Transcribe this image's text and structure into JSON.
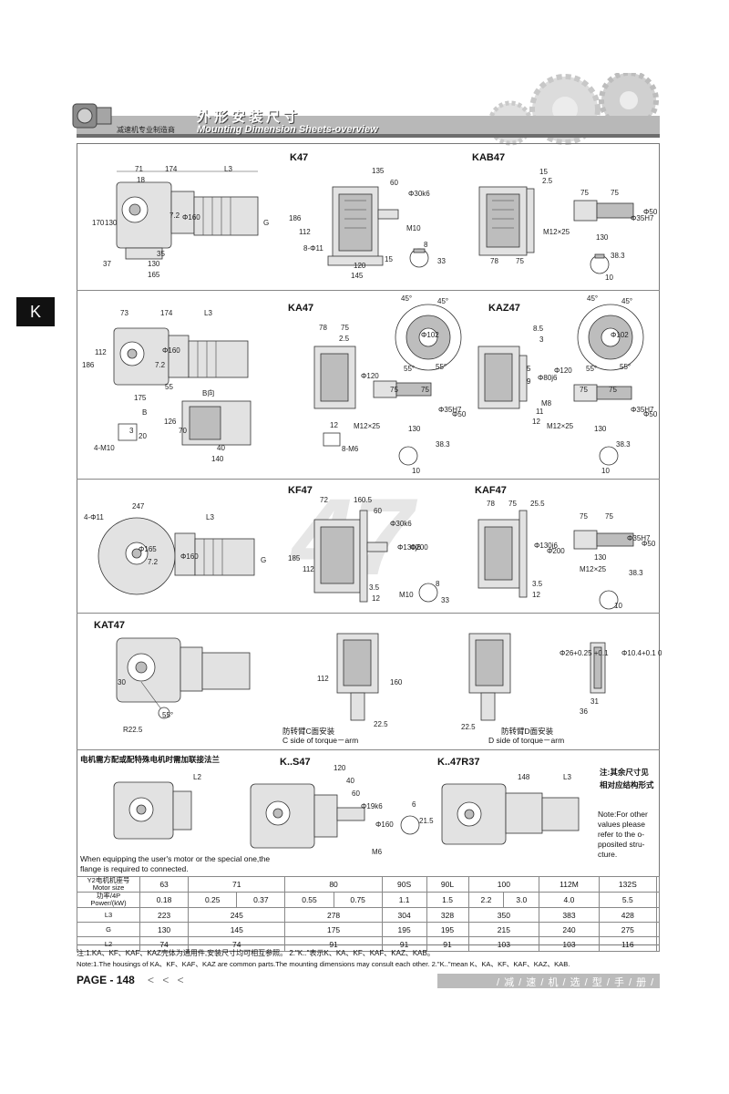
{
  "header": {
    "title_cn": "外形安装尺寸",
    "title_en": "Mounting Dimension Sheets-overview",
    "subtitle": "减速机专业制造商"
  },
  "side_tab": "K",
  "watermark": "47",
  "sections": {
    "k47": "K47",
    "kab47": "KAB47",
    "ka47": "KA47",
    "kaz47": "KAZ47",
    "kf47": "KF47",
    "kaf47": "KAF47",
    "kat47": "KAT47",
    "ks47": "K..S47",
    "k47r37": "K..47R37"
  },
  "dims": {
    "k47": {
      "d71": "71",
      "d174": "174",
      "l3": "L3",
      "d18": "18",
      "d170": "170",
      "d130": "130",
      "d37": "37",
      "d72": "7.2",
      "d160": "Φ160",
      "g": "G",
      "d35": "35",
      "d130b": "130",
      "d165": "165",
      "d135": "135",
      "d60": "60",
      "d30": "Φ30k6",
      "d186": "186",
      "d112": "112",
      "m10": "M10",
      "d811": "8-Φ11",
      "d8": "8",
      "d33": "33",
      "d120": "120",
      "d145": "145",
      "d15": "15"
    },
    "kab47": {
      "d15": "15",
      "d25": "2.5",
      "d75a": "75",
      "d75b": "75",
      "d50": "Φ50",
      "d35h7": "Φ35H7",
      "m12": "M12×25",
      "d130": "130",
      "d78": "78",
      "d75c": "75",
      "d383": "38.3",
      "d10": "10"
    },
    "ka47": {
      "d73": "73",
      "d174": "174",
      "l3": "L3",
      "d186": "186",
      "d112": "112",
      "d160": "Φ160",
      "d72": "7.2",
      "d175": "175",
      "d55": "55",
      "b_dir": "B向",
      "b": "B",
      "d126": "126",
      "d70": "70",
      "d20": "20",
      "d3": "3",
      "d40": "40",
      "d140": "140",
      "m10": "4-M10",
      "d78": "78",
      "d75": "75",
      "d25": "2.5",
      "d120": "Φ120",
      "a45a": "45°",
      "a45b": "45°",
      "d102": "Φ102",
      "a55a": "55°",
      "a55b": "55°",
      "d12": "12",
      "m6": "8-M6",
      "d75b": "75",
      "d75c": "75",
      "d35h7": "Φ35H7",
      "d50": "Φ50",
      "m12": "M12×25",
      "d130": "130",
      "d383": "38.3",
      "d10": "10"
    },
    "kaz47": {
      "a45a": "45°",
      "a45b": "45°",
      "d102": "Φ102",
      "a55a": "55°",
      "a55b": "55°",
      "d85": "8.5",
      "d3": "3",
      "d80": "Φ80j6",
      "d120": "Φ120",
      "d5": "5",
      "d9": "9",
      "m8": "M8",
      "d11": "11",
      "d12": "12",
      "d75a": "75",
      "d75b": "75",
      "d35h7": "Φ35H7",
      "d50": "Φ50",
      "m12": "M12×25",
      "d130": "130",
      "d383": "38.3",
      "d10": "10"
    },
    "kf47": {
      "d247": "247",
      "d411": "4-Φ11",
      "l3": "L3",
      "d165": "Φ165",
      "d72": "7.2",
      "d160": "Φ160",
      "g": "G",
      "d72b": "72",
      "d1605": "160.5",
      "d60": "60",
      "d30": "Φ30k6",
      "d130": "Φ130j6",
      "d200": "Φ200",
      "d185": "185",
      "d112": "112",
      "d35": "3.5",
      "d12": "12",
      "m10": "M10",
      "d8": "8",
      "d33": "33"
    },
    "kaf47": {
      "d78": "78",
      "d75": "75",
      "d255": "25.5",
      "d130": "Φ130j6",
      "d200": "Φ200",
      "d35": "3.5",
      "d12": "12",
      "d75a": "75",
      "d75b": "75",
      "d35h7": "Φ35H7",
      "d50": "Φ50",
      "m12": "M12×25",
      "d130b": "130",
      "d383": "38.3",
      "d10": "10"
    },
    "kat47": {
      "d30": "30",
      "r225": "R22.5",
      "a55": "55°",
      "d112": "112",
      "d160": "160",
      "d225": "22.5",
      "d225b": "22.5",
      "c_cn": "防转臂C面安装",
      "c_en": "C side of torque－arm",
      "d_cn": "防转臂D面安装",
      "d_en": "D side of torque－arm",
      "d26": "Φ26+0.25 +0.1",
      "d104": "Φ10.4+0.1 0",
      "d31": "31",
      "d36": "36"
    },
    "ks47": {
      "d120": "120",
      "d40": "40",
      "d60": "60",
      "d19": "Φ19k6",
      "d160": "Φ160",
      "m6": "M6",
      "d6": "6",
      "d215": "21.5"
    },
    "k47r37": {
      "d148": "148",
      "l3": "L3"
    },
    "motor": {
      "l2": "L2"
    }
  },
  "notes": {
    "motor_cn": "电机需方配或配特殊电机时需加联接法兰",
    "motor_en": "When equipping the user's motor or the special one,the flange is required to connected.",
    "other_cn": "注:其余尺寸见相对应结构形式",
    "other_en": "Note:For other values please refer to the o-pposited stru-cture."
  },
  "table": {
    "header_cn": "Y2电机机座号",
    "header_en": "Motor size",
    "power_cn": "功率/4P",
    "power_en": "Power/(kW)",
    "sizes": [
      "63",
      "71",
      "80",
      "90S",
      "90L",
      "100",
      "112M",
      "132S"
    ],
    "powers": [
      "0.18",
      "0.25",
      "0.37",
      "0.55",
      "0.75",
      "1.1",
      "1.5",
      "2.2",
      "3.0",
      "4.0",
      "5.5"
    ],
    "rows": [
      {
        "label": "L3",
        "values": [
          "223",
          "245",
          "278",
          "304",
          "328",
          "350",
          "383",
          "428"
        ]
      },
      {
        "label": "G",
        "values": [
          "130",
          "145",
          "175",
          "195",
          "195",
          "215",
          "240",
          "275"
        ]
      },
      {
        "label": "L2",
        "values": [
          "74",
          "74",
          "91",
          "91",
          "91",
          "103",
          "103",
          "116"
        ]
      }
    ]
  },
  "footer": {
    "note_cn": "注:1.KA、KF、KAF、KAZ壳体为通用件,安装尺寸均可相互参照。 2.\"K..\"表示K、KA、KF、KAF、KAZ、KAB。",
    "note_en": "Note:1.The housings of KA、KF、KAF、KAZ are common parts.The mounting dimensions may consult each other. 2.\"K..\"mean K、KA、KF、KAF、KAZ、KAB.",
    "page": "PAGE - 148",
    "arrows": "< < <",
    "brand": "/ 减 / 速 / 机 / 选 / 型 / 手 / 册 /"
  }
}
